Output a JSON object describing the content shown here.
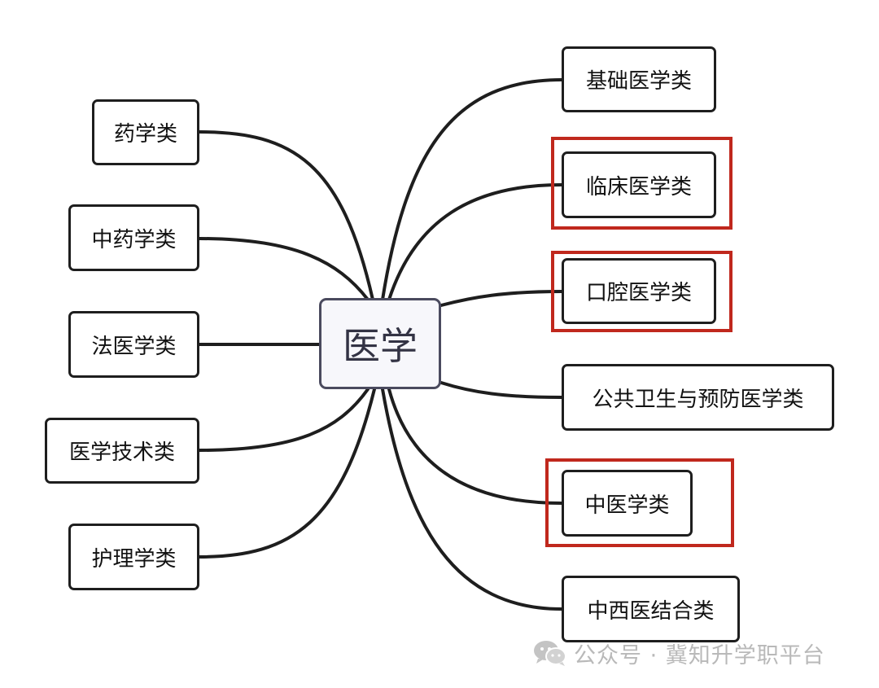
{
  "center": {
    "label": "医学"
  },
  "left_nodes": [
    {
      "label": "药学类"
    },
    {
      "label": "中药学类"
    },
    {
      "label": "法医学类"
    },
    {
      "label": "医学技术类"
    },
    {
      "label": "护理学类"
    }
  ],
  "right_nodes": [
    {
      "label": "基础医学类",
      "highlighted": false
    },
    {
      "label": "临床医学类",
      "highlighted": true
    },
    {
      "label": "口腔医学类",
      "highlighted": true
    },
    {
      "label": "公共卫生与预防医学类",
      "highlighted": false
    },
    {
      "label": "中医学类",
      "highlighted": true
    },
    {
      "label": "中西医结合类",
      "highlighted": false
    }
  ],
  "colors": {
    "highlight": "#c0281d",
    "line": "#1e1e1e",
    "watermark": "#b9b9b9"
  },
  "watermark": {
    "icon": "wechat-icon",
    "text": "公众号 · 冀知升学职平台"
  }
}
